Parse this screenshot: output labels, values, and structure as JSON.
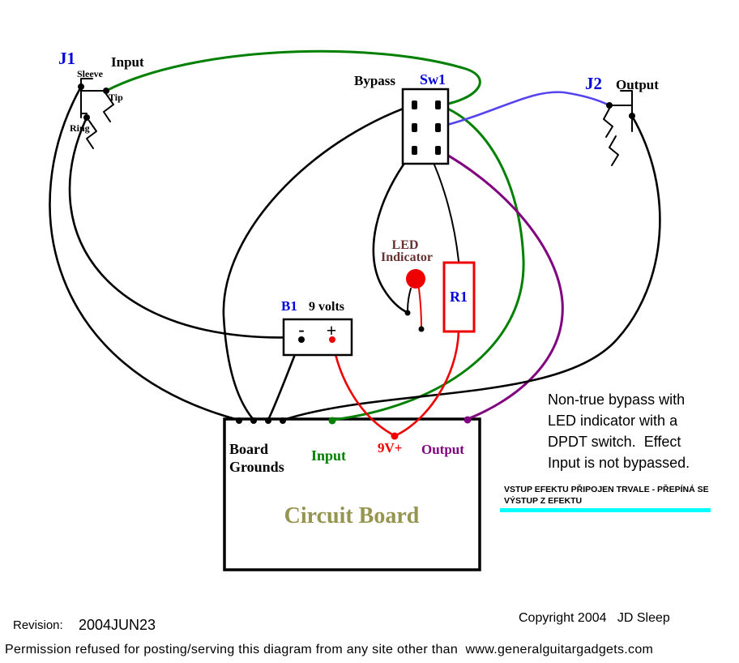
{
  "diagram": {
    "jack_input": {
      "id": "J1",
      "label": "Input",
      "sleeve": "Sleeve",
      "tip": "Tip",
      "ring": "Ring"
    },
    "switch": {
      "label": "Bypass",
      "id": "Sw1"
    },
    "jack_output": {
      "id": "J2",
      "label": "Output"
    },
    "led": {
      "label_line1": "LED",
      "label_line2": "Indicator"
    },
    "resistor": {
      "id": "R1"
    },
    "battery": {
      "id": "B1",
      "label": "9 volts",
      "minus": "-",
      "plus": "+"
    },
    "board": {
      "title": "Circuit Board",
      "grounds_line1": "Board",
      "grounds_line2": "Grounds",
      "input": "Input",
      "power": "9V+",
      "output": "Output"
    },
    "note_lines": [
      "Non-true bypass with",
      "LED indicator with a",
      "DPDT switch.  Effect",
      "Input is not bypassed."
    ],
    "czech_note": {
      "line1": "VSTUP EFEKTU PŘIPOJEN TRVALE - PŘEPÍNÁ SE",
      "line2": "VÝSTUP Z EFEKTU"
    },
    "footer": {
      "revision_label": "Revision:",
      "revision_value": "2004JUN23",
      "copyright": "Copyright 2004   JD Sleep",
      "permission": "Permission refused for posting/serving this diagram from any site other than  www.generalguitargadgets.com"
    },
    "colors": {
      "label_blue": "#0000dd",
      "wire_black": "#000000",
      "wire_green": "#008000",
      "wire_red": "#ee0000",
      "wire_purple": "#800080",
      "wire_blue_violet": "#5544ee",
      "led_red": "#ee0000",
      "board_title_olive": "#95954f",
      "led_label_maroon": "#663333",
      "highlight_cyan": "#00ffff"
    }
  }
}
